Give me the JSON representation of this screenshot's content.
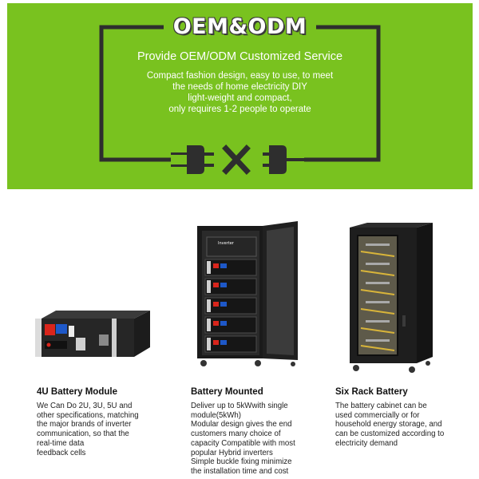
{
  "banner": {
    "title": "OEM&ODM",
    "subtitle": "Provide OEM/ODM Customized Service",
    "description_lines": [
      "Compact fashion design, easy to use, to meet",
      "the needs of home electricity DIY",
      "light-weight and compact,",
      "only requires 1-2 people to operate"
    ],
    "colors": {
      "background": "#79c21f",
      "frame": "#2e2e2e",
      "text": "#ffffff"
    },
    "icon": "plug-disconnect-icon"
  },
  "products": [
    {
      "title": "4U Battery Module",
      "description_lines": [
        "We Can Do 2U, 3U, 5U and",
        "other specifications, matching",
        "the major brands of inverter",
        "communication, so that the",
        "real-time data",
        "feedback cells"
      ]
    },
    {
      "title": "Battery Mounted",
      "image_label": "Inverter",
      "description_lines": [
        "Deliver up to 5kWwith single",
        "module(5kWh)",
        "Modular design gives the end",
        "customers many choice of",
        "capacity Compatible with most",
        "popular Hybrid inverters",
        "Simple buckle fixing minimize",
        "the installation time and cost"
      ]
    },
    {
      "title": "Six Rack Battery",
      "description_lines": [
        "The battery cabinet can be",
        "used commercially or for",
        "household energy storage, and",
        "can be customized according to",
        "electricity demand"
      ]
    }
  ]
}
